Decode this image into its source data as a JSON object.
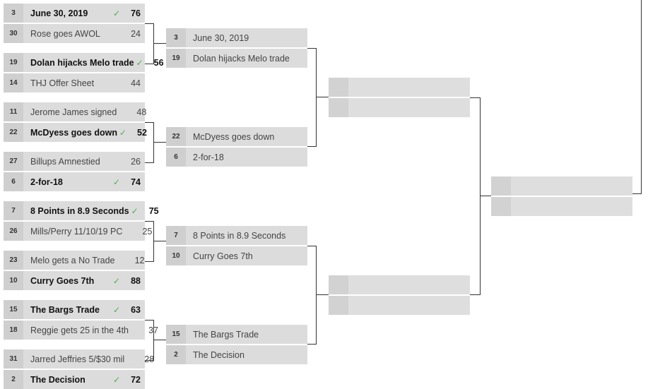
{
  "round1": [
    {
      "top": {
        "seed": "3",
        "name": "June 30, 2019",
        "score": "76",
        "win": true
      },
      "bot": {
        "seed": "30",
        "name": "Rose goes AWOL",
        "score": "24",
        "win": false
      }
    },
    {
      "top": {
        "seed": "19",
        "name": "Dolan hijacks Melo trade",
        "score": "56",
        "win": true
      },
      "bot": {
        "seed": "14",
        "name": "THJ Offer Sheet",
        "score": "44",
        "win": false
      }
    },
    {
      "top": {
        "seed": "11",
        "name": "Jerome James signed",
        "score": "48",
        "win": false
      },
      "bot": {
        "seed": "22",
        "name": "McDyess goes down",
        "score": "52",
        "win": true
      }
    },
    {
      "top": {
        "seed": "27",
        "name": "Billups Amnestied",
        "score": "26",
        "win": false
      },
      "bot": {
        "seed": "6",
        "name": "2-for-18",
        "score": "74",
        "win": true
      }
    },
    {
      "top": {
        "seed": "7",
        "name": "8 Points in 8.9 Seconds",
        "score": "75",
        "win": true
      },
      "bot": {
        "seed": "26",
        "name": "Mills/Perry 11/10/19 PC",
        "score": "25",
        "win": false
      }
    },
    {
      "top": {
        "seed": "23",
        "name": "Melo gets a No Trade",
        "score": "12",
        "win": false
      },
      "bot": {
        "seed": "10",
        "name": "Curry Goes 7th",
        "score": "88",
        "win": true
      }
    },
    {
      "top": {
        "seed": "15",
        "name": "The Bargs Trade",
        "score": "63",
        "win": true
      },
      "bot": {
        "seed": "18",
        "name": "Reggie gets 25 in the 4th",
        "score": "37",
        "win": false
      }
    },
    {
      "top": {
        "seed": "31",
        "name": "Jarred Jeffries 5/$30 mil",
        "score": "28",
        "win": false
      },
      "bot": {
        "seed": "2",
        "name": "The Decision",
        "score": "72",
        "win": true
      }
    }
  ],
  "round2": [
    {
      "top": {
        "seed": "3",
        "name": "June 30, 2019"
      },
      "bot": {
        "seed": "19",
        "name": "Dolan hijacks Melo trade"
      }
    },
    {
      "top": {
        "seed": "22",
        "name": "McDyess goes down"
      },
      "bot": {
        "seed": "6",
        "name": "2-for-18"
      }
    },
    {
      "top": {
        "seed": "7",
        "name": "8 Points in 8.9 Seconds"
      },
      "bot": {
        "seed": "10",
        "name": "Curry Goes 7th"
      }
    },
    {
      "top": {
        "seed": "15",
        "name": "The Bargs Trade"
      },
      "bot": {
        "seed": "2",
        "name": "The Decision"
      }
    }
  ],
  "check_icon": "check-icon"
}
